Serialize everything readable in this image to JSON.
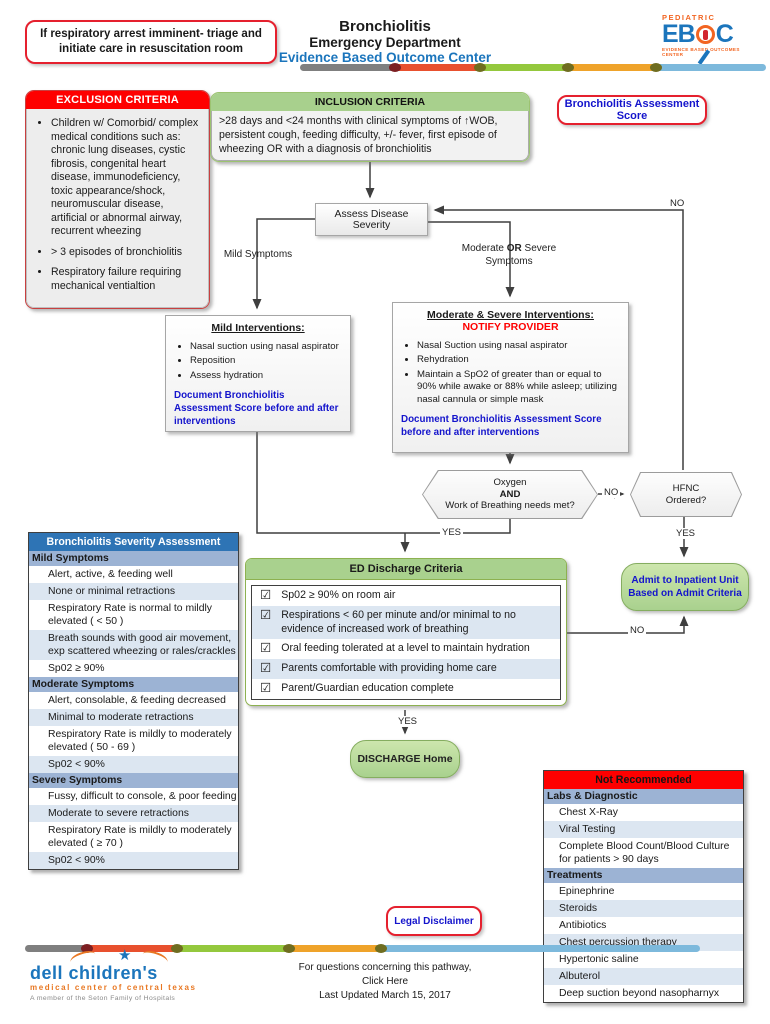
{
  "header": {
    "triage_alert": "If respiratory arrest imminent- triage and initiate care in resuscitation room",
    "title": "Bronchiolitis",
    "subtitle": "Emergency Department",
    "org": "Evidence Based Outcome Center",
    "logo": {
      "top": "PEDIATRIC",
      "main_left": "EB",
      "main_right": "C",
      "tagline": "EVIDENCE BASED OUTCOMES CENTER"
    }
  },
  "assessment_score_button": "Bronchiolitis Assessment Score",
  "exclusion": {
    "title": "EXCLUSION CRITERIA",
    "items": [
      "Children w/ Comorbid/ complex medical conditions such as: chronic lung diseases, cystic fibrosis, congenital heart disease, immunodeficiency, toxic appearance/shock, neuromuscular disease, artificial or abnormal airway, recurrent wheezing",
      "> 3 episodes of bronchiolitis",
      "Respiratory failure requiring mechanical ventialtion"
    ]
  },
  "inclusion": {
    "title": "INCLUSION CRITERIA",
    "text": ">28 days and <24 months with clinical symptoms of ↑WOB, persistent cough, feeding difficulty, +/- fever, first episode of wheezing OR with a diagnosis of bronchiolitis"
  },
  "flow": {
    "assess": "Assess Disease Severity",
    "mild_branch_label": "Mild Symptoms",
    "moderate_branch": {
      "w1": "Moderate ",
      "or": "OR",
      "w2": " Severe",
      "line2": "Symptoms"
    },
    "labels": {
      "no": "NO",
      "yes": "YES"
    },
    "mild_box": {
      "title": "Mild Interventions:",
      "bullets": [
        "Nasal suction using nasal aspirator",
        "Reposition",
        "Assess hydration"
      ],
      "note": "Document Bronchiolitis Assessment Score before and after interventions"
    },
    "modsev_box": {
      "title": "Moderate & Severe Interventions:",
      "notify": "NOTIFY PROVIDER",
      "bullets": [
        "Nasal Suction using nasal aspirator",
        "Rehydration",
        "Maintain a SpO2 of greater than or equal to 90% while awake or 88% while asleep; utilizing nasal cannula or simple mask"
      ],
      "note": "Document Bronchiolitis Assessment Score before and after interventions"
    },
    "oxygen_hex": {
      "line1": "Oxygen",
      "line2": "AND",
      "line3": "Work of Breathing needs met?"
    },
    "hfnc_hex": {
      "line1": "HFNC",
      "line2": "Ordered?"
    },
    "admit_box": {
      "line1": "Admit to Inpatient Unit",
      "line2": "Based on Admit Criteria"
    },
    "discharge_home": "DISCHARGE Home"
  },
  "severity_table": {
    "title": "Bronchiolitis Severity Assessment",
    "sections": [
      {
        "name": "Mild Symptoms",
        "rows": [
          {
            "text": "Alert, active, & feeding well"
          },
          {
            "text": "None or minimal retractions"
          },
          {
            "text": "Respiratory Rate is normal to mildly elevated ( < 50 )"
          },
          {
            "text": "Breath sounds with good air movement, exp scattered wheezing or rales/crackles"
          },
          {
            "text": "Sp02 ≥ 90%"
          }
        ]
      },
      {
        "name": "Moderate Symptoms",
        "rows": [
          {
            "text": "Alert, consolable, & feeding decreased"
          },
          {
            "text": "Minimal to moderate retractions"
          },
          {
            "text": "Respiratory Rate is mildly to moderately elevated ( 50 - 69  )"
          },
          {
            "text": "Sp02 < 90%"
          }
        ]
      },
      {
        "name": "Severe Symptoms",
        "rows": [
          {
            "text": "Fussy, difficult to console, & poor feeding"
          },
          {
            "text": "Moderate to severe retractions"
          },
          {
            "text": "Respiratory Rate is mildly to moderately elevated ( ≥ 70  )"
          },
          {
            "text": "Sp02 < 90%"
          }
        ]
      }
    ]
  },
  "ed_discharge": {
    "title": "ED Discharge Criteria",
    "checkbox": "☑",
    "items": [
      "Sp02 ≥ 90% on room air",
      "Respirations < 60 per minute and/or minimal to no evidence of increased work of breathing",
      "Oral feeding tolerated at a level to maintain hydration",
      "Parents comfortable with providing home care",
      "Parent/Guardian education complete"
    ]
  },
  "not_recommended": {
    "title": "Not Recommended",
    "sections": [
      {
        "name": "Labs & Diagnostic",
        "rows": [
          {
            "text": "Chest X-Ray"
          },
          {
            "text": "Viral Testing"
          },
          {
            "text": "Complete Blood Count/Blood Culture for patients > 90 days"
          }
        ]
      },
      {
        "name": "Treatments",
        "rows": [
          {
            "text": "Epinephrine"
          },
          {
            "text": "Steroids"
          },
          {
            "text": "Antibiotics"
          },
          {
            "text": "Chest percussion therapy"
          },
          {
            "text": "Hypertonic saline"
          },
          {
            "text": "Albuterol"
          },
          {
            "text": "Deep suction beyond nasopharnyx"
          }
        ]
      }
    ]
  },
  "legal_button": "Legal Disclaimer",
  "footer": {
    "logo": {
      "word": "dell children's",
      "sub": "medical center of central texas",
      "member": "A member of the Seton Family of Hospitals"
    },
    "line1": "For questions concerning this pathway,",
    "line2": "Click Here",
    "line3": "Last Updated March 15, 2017"
  },
  "colors": {
    "header_red": "#fe0000",
    "callout_border_red": "#e5202e",
    "link_blue": "#1414cc",
    "title_blue": "#1b75bc",
    "table_header_blue": "#2e74b5",
    "section_blue": "#9cb3d4",
    "row_alt_blue": "#dce6f1",
    "green_header": "#a8d08d",
    "green_pill": "#a9d18e",
    "brand_orange": "#f26522",
    "bar_gray": "#7f7f7f",
    "bar_orange": "#e8502e",
    "bar_green": "#94c83d",
    "bar_yellow": "#efa32a",
    "bar_blue": "#7db9dc",
    "arrow_gray": "#3f3f3f"
  }
}
